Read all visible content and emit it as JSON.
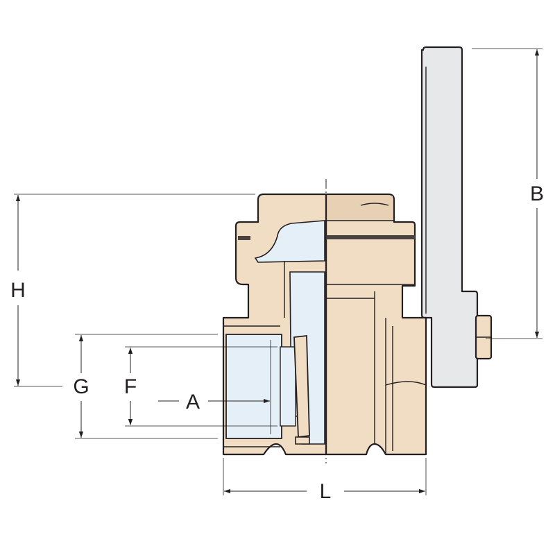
{
  "labels": {
    "H": "H",
    "B": "B",
    "G": "G",
    "F": "F",
    "A": "A",
    "L": "L"
  },
  "colors": {
    "body": "#f1dcc4",
    "body_shade": "#e8d0b4",
    "bore": "#e4eff8",
    "handle": "#e7e8ea",
    "outline": "#231f20",
    "seal": "#4a4240"
  }
}
